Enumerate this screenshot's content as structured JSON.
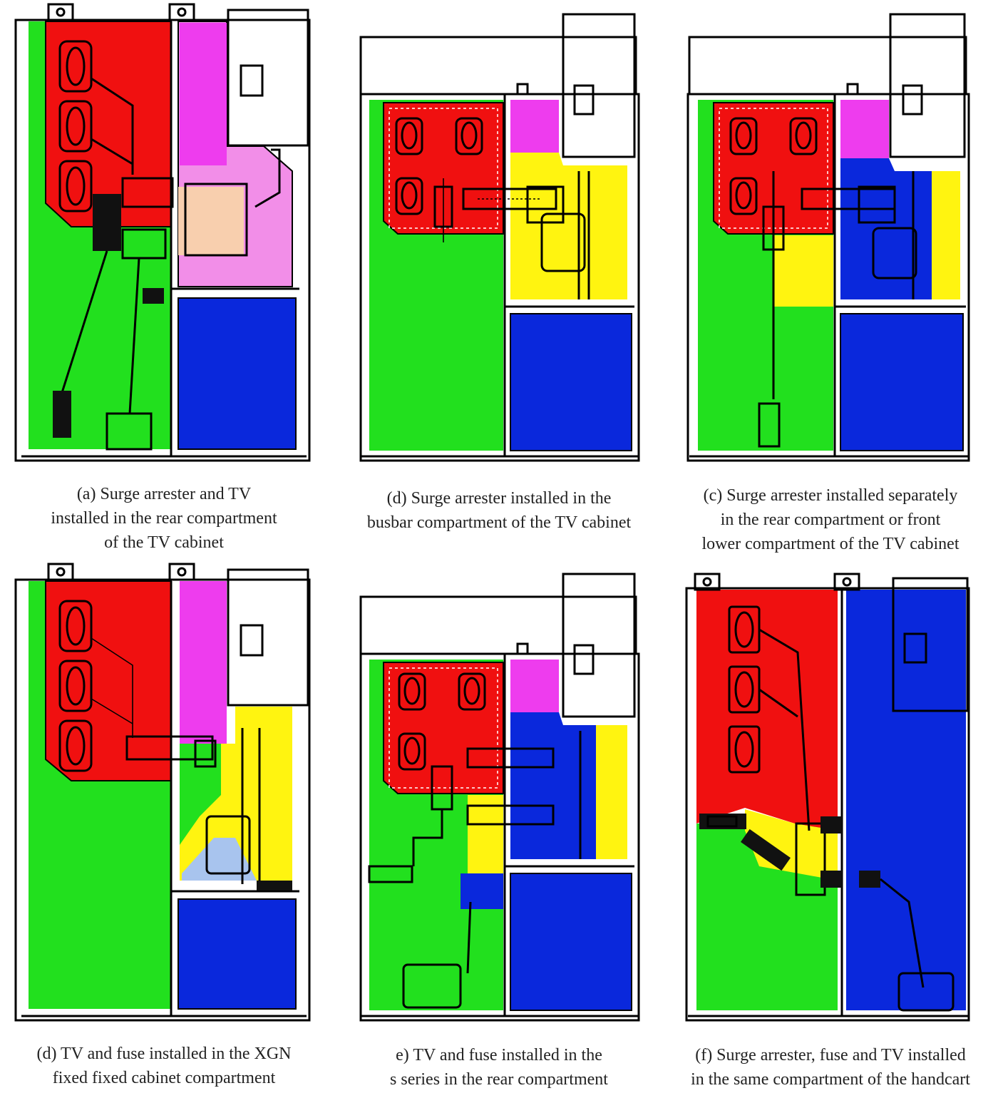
{
  "colors": {
    "red": "#f01010",
    "green": "#22e01e",
    "magenta": "#ee3cee",
    "pink": "#f28ee8",
    "blue": "#0a28dc",
    "yellow": "#fff410",
    "peach": "#f8cfae",
    "lightblue": "#a8c4ee",
    "white": "#ffffff",
    "black": "#000000"
  },
  "panels": [
    {
      "id": "a",
      "caption": [
        "(a) Surge arrester and TV",
        "installed in the rear compartment",
        "of the TV cabinet"
      ]
    },
    {
      "id": "d1",
      "caption": [
        "(d) Surge arrester installed in the",
        "busbar compartment of the TV cabinet"
      ]
    },
    {
      "id": "c",
      "caption": [
        "(c) Surge arrester installed separately",
        "in the rear compartment or front",
        "lower compartment of the TV cabinet"
      ]
    },
    {
      "id": "d2",
      "caption": [
        "(d) TV and fuse installed in the XGN",
        "fixed fixed cabinet compartment"
      ]
    },
    {
      "id": "e",
      "caption": [
        "e) TV and fuse installed in the",
        "s series in the rear compartment"
      ]
    },
    {
      "id": "f",
      "caption": [
        "(f) Surge arrester, fuse and TV installed",
        "in the same compartment of the handcart"
      ]
    }
  ]
}
